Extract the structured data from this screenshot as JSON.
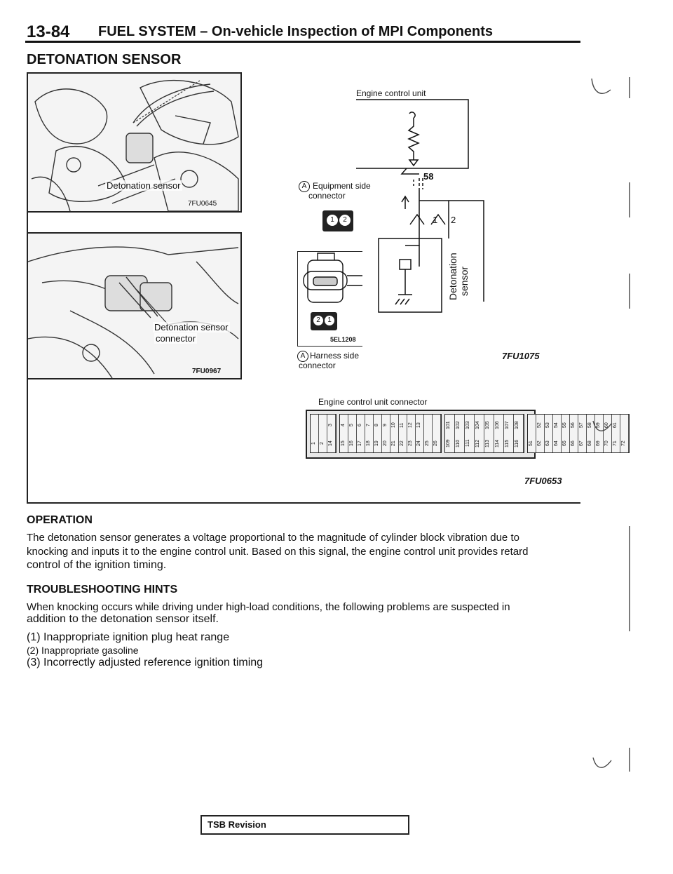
{
  "header": {
    "page": "13-84",
    "title": "FUEL SYSTEM – On-vehicle Inspection of MPI Components"
  },
  "section_title": "DETONATION SENSOR",
  "figure": {
    "photo1": {
      "label": "Detonation sensor",
      "code": "7FU0645"
    },
    "photo2": {
      "label_line1": "Detonation sensor",
      "label_line2": "connector",
      "code": "7FU0967"
    },
    "ecu_label": "Engine control unit",
    "pin_58": "58",
    "equipment_side_marker": "A",
    "equipment_side_line1": "Equipment side",
    "equipment_side_line2": "connector",
    "eq_pin1": "1",
    "eq_pin2": "2",
    "wire_pin1": "1",
    "wire_pin2": "2",
    "sensor_label_line1": "Detonation",
    "sensor_label_line2": "sensor",
    "harness_pin2": "2",
    "harness_pin1": "1",
    "inset_code": "5EL1208",
    "harness_side_marker": "A",
    "harness_side_line1": "Harness side",
    "harness_side_line2": "connector",
    "diagram_code": "7FU1075",
    "ecu_connector_label": "Engine control unit connector",
    "ecu_connector_code": "7FU0653",
    "ecu_pin_rows": {
      "g1": [
        [
          "1"
        ],
        [
          "2"
        ],
        [
          "3",
          "14"
        ]
      ],
      "g2": [
        [
          "4",
          "15"
        ],
        [
          "5",
          "16"
        ],
        [
          "6",
          "17"
        ],
        [
          "7",
          "18"
        ],
        [
          "8",
          "19"
        ],
        [
          "9",
          "20"
        ],
        [
          "10",
          "21"
        ],
        [
          "11",
          "22"
        ],
        [
          "12",
          "23"
        ],
        [
          "13",
          "24"
        ],
        [
          "25"
        ],
        [
          "26"
        ]
      ],
      "g3": [
        [
          "101",
          "109"
        ],
        [
          "102",
          "110"
        ],
        [
          "103",
          "111"
        ],
        [
          "104",
          "112"
        ],
        [
          "105",
          "113"
        ],
        [
          "106",
          "114"
        ],
        [
          "107",
          "115"
        ],
        [
          "108",
          "116"
        ]
      ],
      "g4": [
        [
          "51"
        ],
        [
          "52",
          "62"
        ],
        [
          "53",
          "63"
        ],
        [
          "54",
          "64"
        ],
        [
          "55",
          "65"
        ],
        [
          "56",
          "66"
        ],
        [
          "57",
          "67"
        ],
        [
          "58",
          "68"
        ],
        [
          "59",
          "69"
        ],
        [
          "60",
          "70"
        ],
        [
          "61",
          "71"
        ],
        [
          "72"
        ]
      ]
    }
  },
  "operation": {
    "heading": "OPERATION",
    "line1": "The detonation sensor generates a voltage proportional to the magnitude of cylinder block vibration due to",
    "line2": "knocking and inputs it to the engine control unit. Based on this signal, the engine control unit provides retard",
    "line3": "control of the ignition timing."
  },
  "troubleshooting": {
    "heading": "TROUBLESHOOTING HINTS",
    "line1": "When knocking occurs while driving under high-load conditions, the following problems are suspected in",
    "line2": "addition to the detonation sensor itself.",
    "items": [
      "(1) Inappropriate ignition plug heat range",
      "(2) Inappropriate gasoline",
      "(3) Incorrectly adjusted reference ignition timing"
    ]
  },
  "footer": {
    "tsb": "TSB Revision"
  }
}
